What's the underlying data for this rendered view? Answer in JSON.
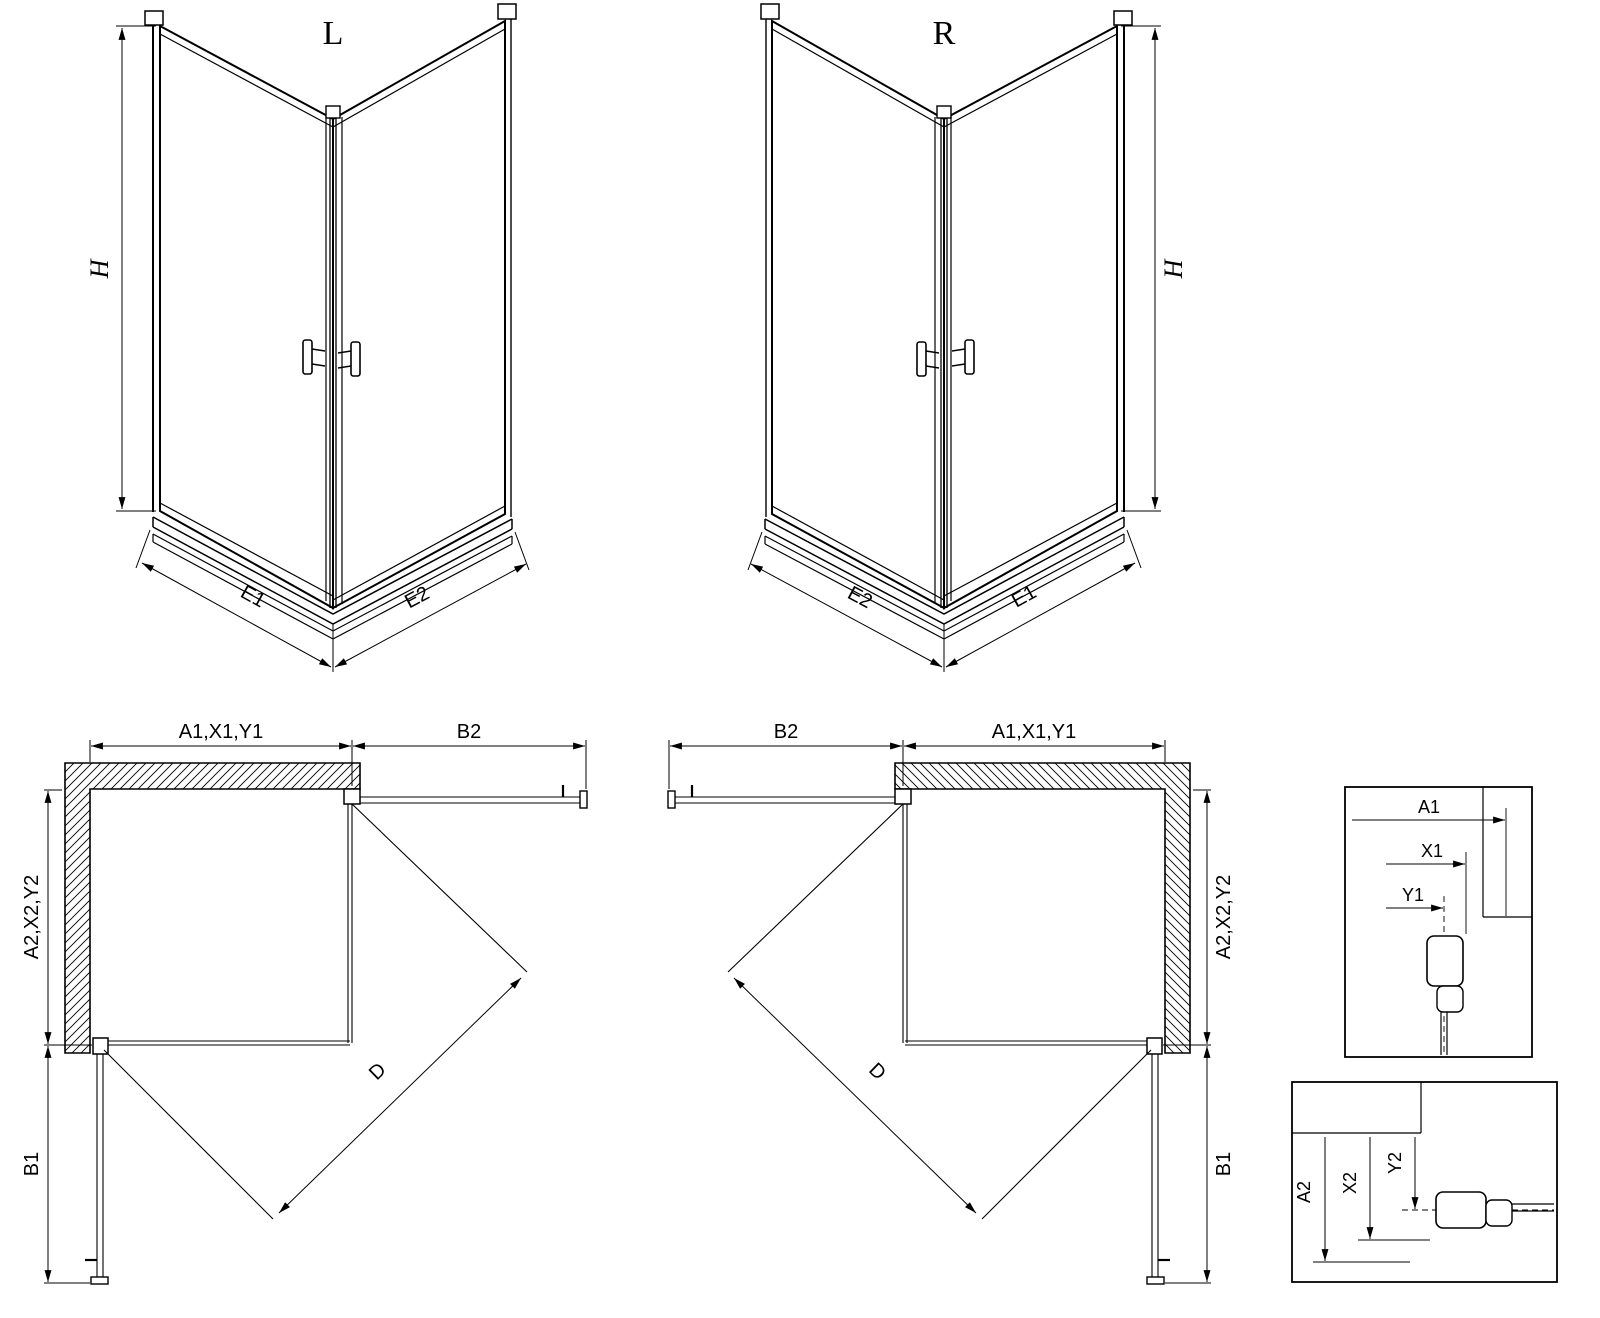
{
  "page": {
    "background": "#ffffff",
    "line_color": "#000000"
  },
  "drawing": {
    "left_unit": {
      "label": "L",
      "height_dim": "H",
      "bottom_left_dim": "E1",
      "bottom_right_dim": "E2"
    },
    "right_unit": {
      "label": "R",
      "height_dim": "H",
      "bottom_left_dim": "E2",
      "bottom_right_dim": "E1"
    },
    "left_plan": {
      "top_dim": "A1,X1,Y1",
      "top_door_dim": "B2",
      "side_dim": "A2,X2,Y2",
      "side_door_dim": "B1",
      "diagonal_dim": "D"
    },
    "right_plan": {
      "top_door_dim": "B2",
      "top_dim": "A1,X1,Y1",
      "side_dim": "A2,X2,Y2",
      "side_door_dim": "B1",
      "diagonal_dim": "D"
    },
    "detail_top_profile": {
      "dim_a": "A1",
      "dim_x": "X1",
      "dim_y": "Y1"
    },
    "detail_bottom_profile": {
      "dim_a": "A2",
      "dim_x": "X2",
      "dim_y": "Y2"
    }
  }
}
